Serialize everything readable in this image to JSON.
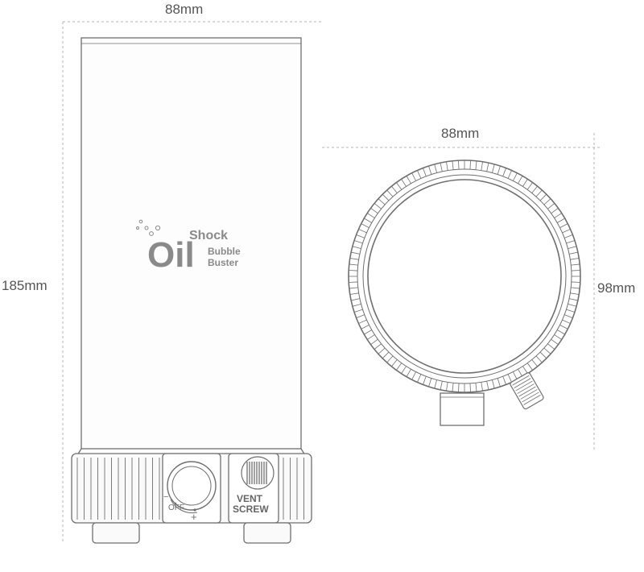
{
  "dimensions": {
    "front_width": "88mm",
    "front_height": "185mm",
    "top_width": "88mm",
    "top_depth": "98mm"
  },
  "product": {
    "logo_big_letters": "Oil",
    "logo_word_1": "Shock",
    "logo_word_2": "Bubble",
    "logo_word_3": "Buster"
  },
  "controls": {
    "knob_off_label": "OFF",
    "knob_minus": "−",
    "knob_plus": "+",
    "vent_label_1": "VENT",
    "vent_label_2": "SCREW"
  },
  "colors": {
    "line": "#6f6f6f",
    "dim_line": "#b5b5b5",
    "logo": "#8a8a8a"
  }
}
